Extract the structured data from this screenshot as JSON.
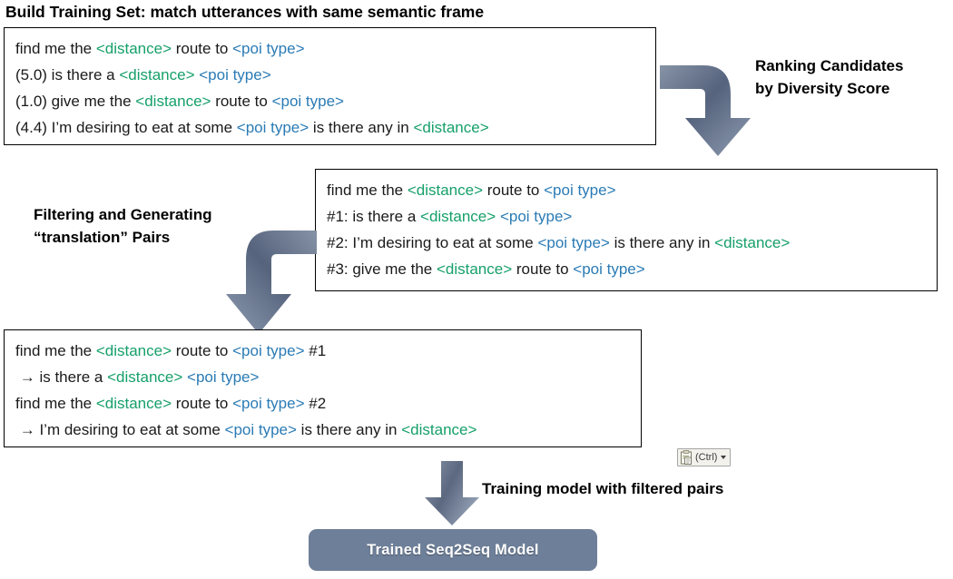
{
  "title": "Build Training Set: match utterances with same semantic frame",
  "tokens": {
    "distance": "<distance>",
    "poi_type": "<poi type>",
    "distance_color": "#16a06a",
    "poi_type_color": "#2a7bb5"
  },
  "labels": {
    "ranking": "Ranking Candidates\nby Diversity Score",
    "filtering": "Filtering and Generating\n“translation” Pairs",
    "training": "Training model with filtered pairs"
  },
  "box_utterances": {
    "name": "utterance-candidates-box",
    "lines": [
      {
        "id": "u1",
        "prefix": "find me the ",
        "mid": " route to ",
        "suffix": "",
        "slot1": "distance",
        "slot2": "poi_type"
      },
      {
        "id": "u2",
        "prefix": "(5.0) is there a ",
        "mid": " ",
        "suffix": "",
        "slot1": "distance",
        "slot2": "poi_type"
      },
      {
        "id": "u3",
        "prefix": "(1.0) give me the ",
        "mid": " route to ",
        "suffix": "",
        "slot1": "distance",
        "slot2": "poi_type"
      },
      {
        "id": "u4",
        "prefix": "(4.4) I’m desiring to eat at some ",
        "mid": " is there any in ",
        "suffix": "",
        "slot1": "poi_type",
        "slot2": "distance"
      }
    ],
    "scores": [
      "",
      "5.0",
      "1.0",
      "4.4"
    ]
  },
  "box_ranked": {
    "name": "ranked-candidates-box",
    "lines": [
      {
        "id": "r0",
        "prefix": "find me the ",
        "mid": " route to ",
        "suffix": "",
        "slot1": "distance",
        "slot2": "poi_type"
      },
      {
        "id": "r1",
        "prefix": "#1: is there a ",
        "mid": " ",
        "suffix": "",
        "slot1": "distance",
        "slot2": "poi_type"
      },
      {
        "id": "r2",
        "prefix": "#2: I’m desiring to eat at some ",
        "mid": " is there any in ",
        "suffix": "",
        "slot1": "poi_type",
        "slot2": "distance"
      },
      {
        "id": "r3",
        "prefix": "#3: give me the ",
        "mid": " route to ",
        "suffix": "",
        "slot1": "distance",
        "slot2": "poi_type"
      }
    ],
    "ranks": [
      "",
      "#1",
      "#2",
      "#3"
    ]
  },
  "box_pairs": {
    "name": "translation-pairs-box",
    "lines": [
      {
        "id": "p1",
        "prefix": "find me the ",
        "mid": " route to ",
        "suffix": " #1",
        "slot1": "distance",
        "slot2": "poi_type"
      },
      {
        "id": "p2",
        "prefix": " → is there a ",
        "mid": " ",
        "suffix": "",
        "slot1": "distance",
        "slot2": "poi_type"
      },
      {
        "id": "p3",
        "prefix": "find me the ",
        "mid": " route to ",
        "suffix": " #2",
        "slot1": "distance",
        "slot2": "poi_type"
      },
      {
        "id": "p4",
        "prefix": " → I’m desiring to eat at some ",
        "mid": " is there any in ",
        "suffix": "",
        "slot1": "poi_type",
        "slot2": "distance"
      }
    ]
  },
  "model": {
    "label": "Trained Seq2Seq Model",
    "fill_color": "#6e7f99",
    "text_color": "#ffffff"
  },
  "arrows": {
    "fill_color": "#6e7f99",
    "ranking_arrow": "bent-arrow-down-right",
    "filtering_arrow": "bent-arrow-down-left",
    "training_arrow": "arrow-down"
  },
  "paste_options": {
    "label": "(Ctrl)",
    "icon": "clipboard-icon",
    "caret": "chevron-down-icon"
  }
}
